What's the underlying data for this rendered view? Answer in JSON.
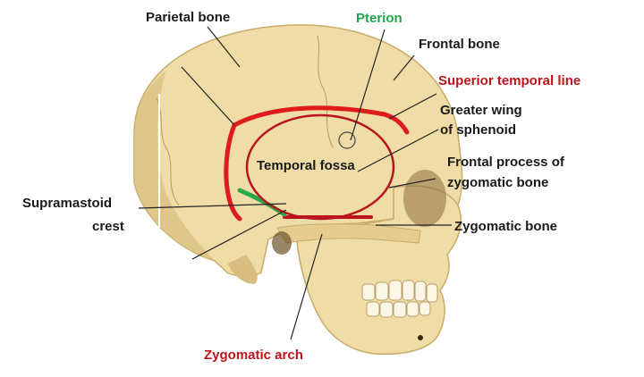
{
  "colors": {
    "bone": "#efdca6",
    "bone_shadow": "#d9bd80",
    "label_dark": "#1a1a1a",
    "label_green": "#1fa64a",
    "label_red": "#c0121b",
    "superior_temporal_line": "#e01b1b",
    "supramastoid_crest_line": "#2aa84a",
    "temporal_fossa_outline": "#b51620"
  },
  "labels": {
    "parietal_bone": "Parietal bone",
    "pterion": "Pterion",
    "frontal_bone": "Frontal bone",
    "superior_temporal_line": "Superior temporal line",
    "greater_wing_line1": "Greater wing",
    "greater_wing_line2": "of sphenoid",
    "temporal_fossa": "Temporal fossa",
    "frontal_process_line1": "Frontal process of",
    "frontal_process_line2": "zygomatic bone",
    "supramastoid_line1": "Supramastoid",
    "supramastoid_line2": "crest",
    "zygomatic_bone": "Zygomatic bone",
    "zygomatic_arch": "Zygomatic arch"
  }
}
